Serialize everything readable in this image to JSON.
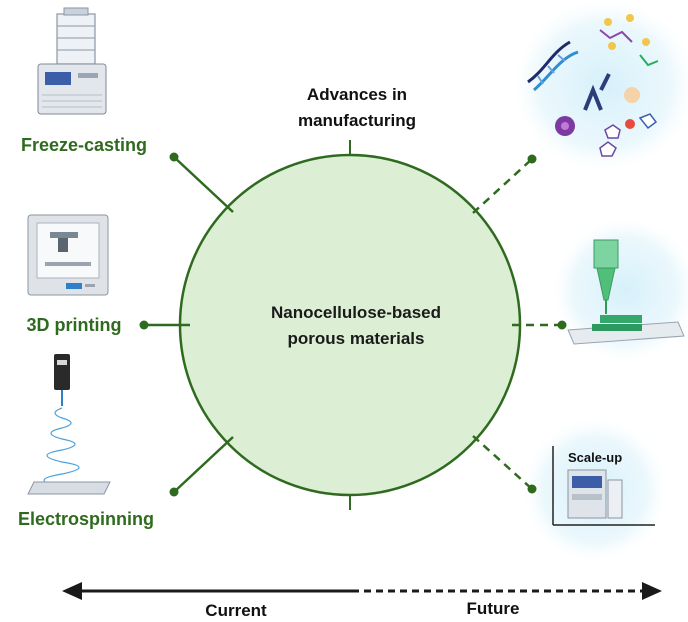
{
  "center": {
    "line1": "Nanocellulose-based",
    "line2": "porous materials"
  },
  "top": {
    "line1": "Advances in",
    "line2": "manufacturing"
  },
  "methods": [
    {
      "label": "Freeze-casting"
    },
    {
      "label": "3D printing"
    },
    {
      "label": "Electrospinning"
    }
  ],
  "future": {
    "scaleup_label": "Scale-up"
  },
  "arrow": {
    "current": "Current",
    "future": "Future"
  },
  "colors": {
    "green": "#2f6b1f",
    "circle_fill": "#dcefd5",
    "glow": "#d6f0fa"
  },
  "icons": [
    "freeze-dryer-icon",
    "3d-printer-icon",
    "electrospinning-icon",
    "biomolecules-icon",
    "printing-nozzle-icon",
    "scale-up-chart-icon"
  ]
}
